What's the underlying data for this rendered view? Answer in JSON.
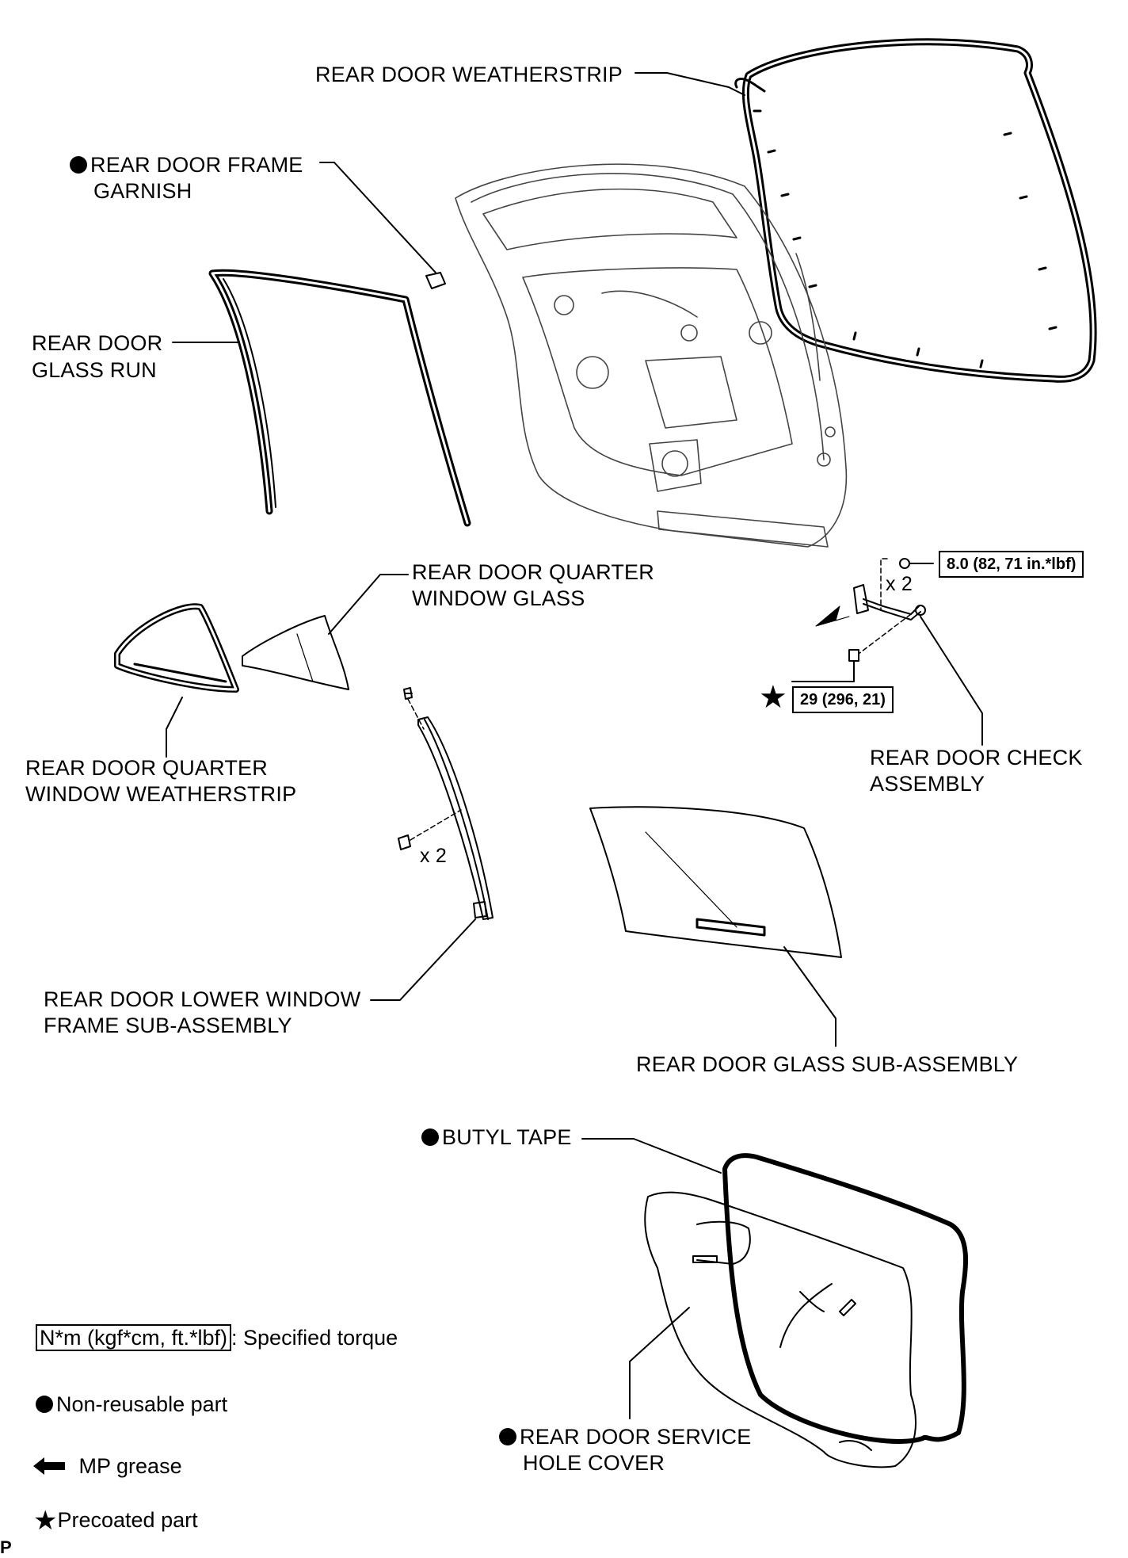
{
  "labels": {
    "rear_door_weatherstrip": "REAR DOOR WEATHERSTRIP",
    "frame_garnish_l1": "REAR DOOR FRAME",
    "frame_garnish_l2": "GARNISH",
    "glass_run_l1": "REAR DOOR",
    "glass_run_l2": "GLASS RUN",
    "quarter_glass_l1": "REAR DOOR QUARTER",
    "quarter_glass_l2": "WINDOW GLASS",
    "quarter_ws_l1": "REAR DOOR QUARTER",
    "quarter_ws_l2": "WINDOW WEATHERSTRIP",
    "check_l1": "REAR DOOR CHECK",
    "check_l2": "ASSEMBLY",
    "lower_frame_l1": "REAR DOOR LOWER WINDOW",
    "lower_frame_l2": "FRAME SUB-ASSEMBLY",
    "glass_sub": "REAR DOOR GLASS SUB-ASSEMBLY",
    "butyl_tape": "BUTYL TAPE",
    "service_cover_l1": "REAR DOOR SERVICE",
    "service_cover_l2": "HOLE COVER"
  },
  "torques": {
    "check_nut": "8.0 (82, 71 in.*lbf)",
    "check_bolt": "29 (296, 21)"
  },
  "quantities": {
    "check_nut_qty": "x 2",
    "frame_screw_qty": "x 2"
  },
  "legend": {
    "torque_unit": "N*m (kgf*cm, ft.*lbf)",
    "torque_desc": ": Specified torque",
    "non_reusable": "Non-reusable part",
    "mp_grease": "MP grease",
    "precoated": "Precoated part"
  },
  "corner_mark": "P"
}
